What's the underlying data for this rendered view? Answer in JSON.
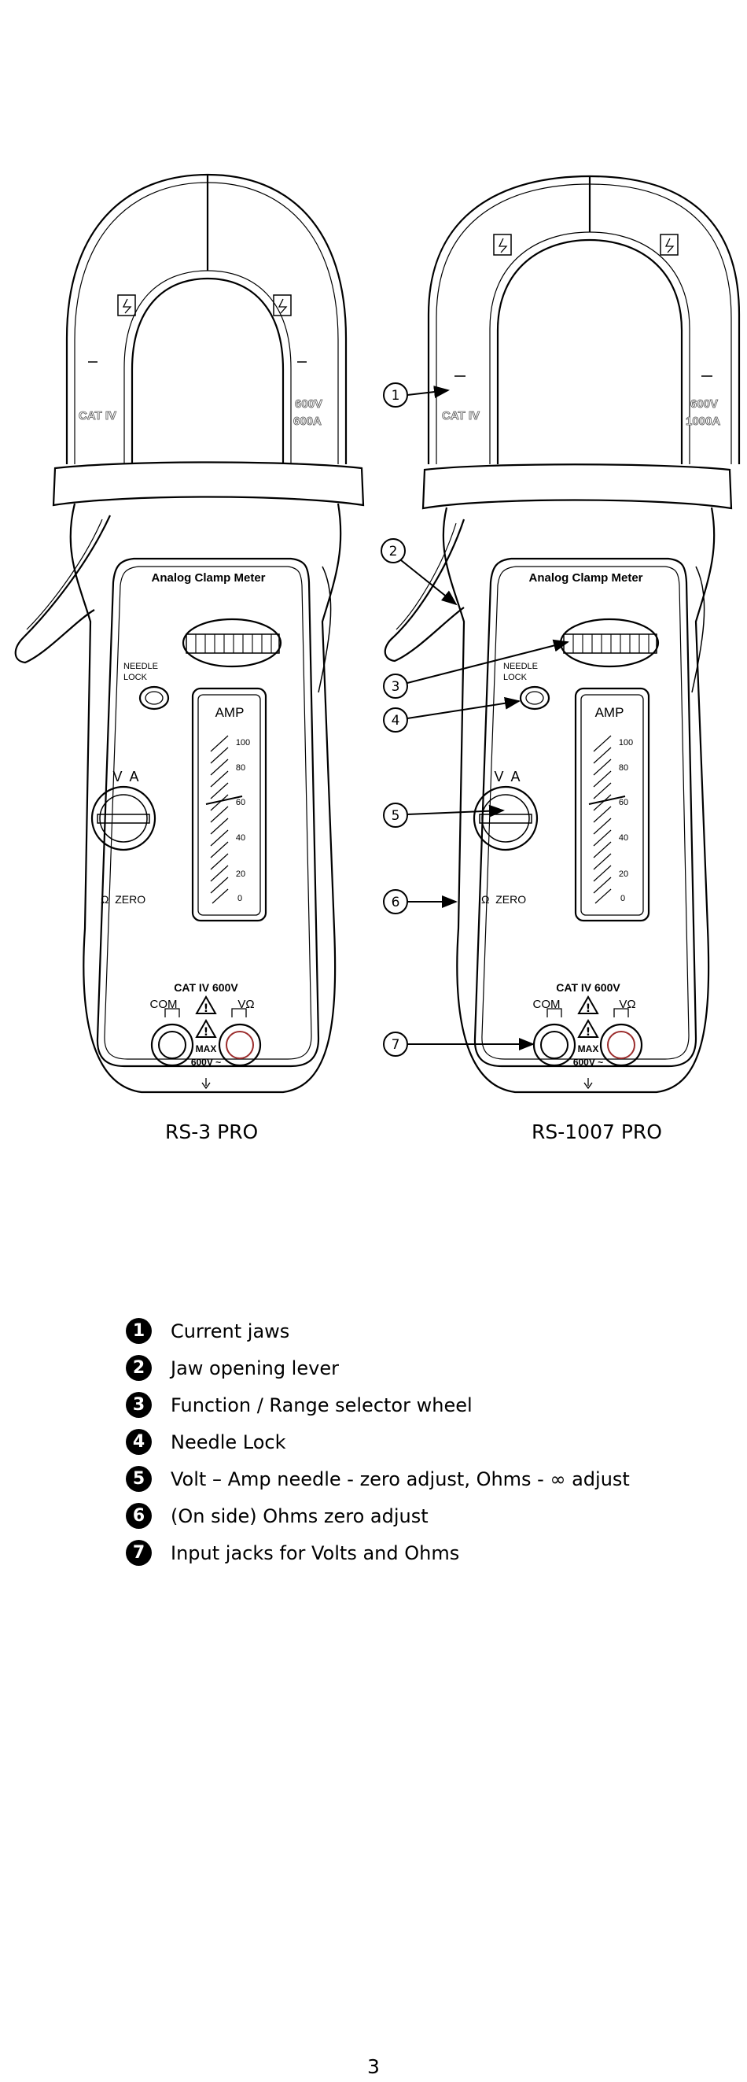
{
  "meters": [
    {
      "model": "RS-3 PRO",
      "title": "Analog Clamp Meter",
      "jaw_left_text": "CAT IV",
      "jaw_right_text": [
        "600V",
        "600A"
      ],
      "needle_lock": [
        "NEEDLE",
        "LOCK"
      ],
      "va_label": "V  A",
      "ohm_zero": "Ω  ZERO",
      "scale_unit": "AMP",
      "scale_ticks": [
        "100",
        "80",
        "60",
        "40",
        "20",
        "0"
      ],
      "cat_rating": "CAT IV 600V",
      "jack_com": "COM",
      "jack_vohm": "VΩ",
      "max": [
        "MAX",
        "600V ~"
      ]
    },
    {
      "model": "RS-1007 PRO",
      "title": "Analog Clamp Meter",
      "jaw_left_text": "CAT IV",
      "jaw_right_text": [
        "600V",
        "1000A"
      ],
      "needle_lock": [
        "NEEDLE",
        "LOCK"
      ],
      "va_label": "V  A",
      "ohm_zero": "Ω  ZERO",
      "scale_unit": "AMP",
      "scale_ticks": [
        "100",
        "80",
        "60",
        "40",
        "20",
        "0"
      ],
      "cat_rating": "CAT IV 600V",
      "jack_com": "COM",
      "jack_vohm": "VΩ",
      "max": [
        "MAX",
        "600V ~"
      ]
    }
  ],
  "callouts": [
    "1",
    "2",
    "3",
    "4",
    "5",
    "6",
    "7"
  ],
  "legend": [
    {
      "num": "1",
      "text": "Current jaws"
    },
    {
      "num": "2",
      "text": "Jaw opening lever"
    },
    {
      "num": "3",
      "text": "Function / Range selector wheel"
    },
    {
      "num": "4",
      "text": "Needle Lock"
    },
    {
      "num": "5",
      "text": "Volt – Amp needle - zero adjust, Ohms - ∞ adjust"
    },
    {
      "num": "6",
      "text": "(On side) Ohms zero adjust"
    },
    {
      "num": "7",
      "text": "Input jacks for Volts and Ohms"
    }
  ],
  "page_number": "3"
}
